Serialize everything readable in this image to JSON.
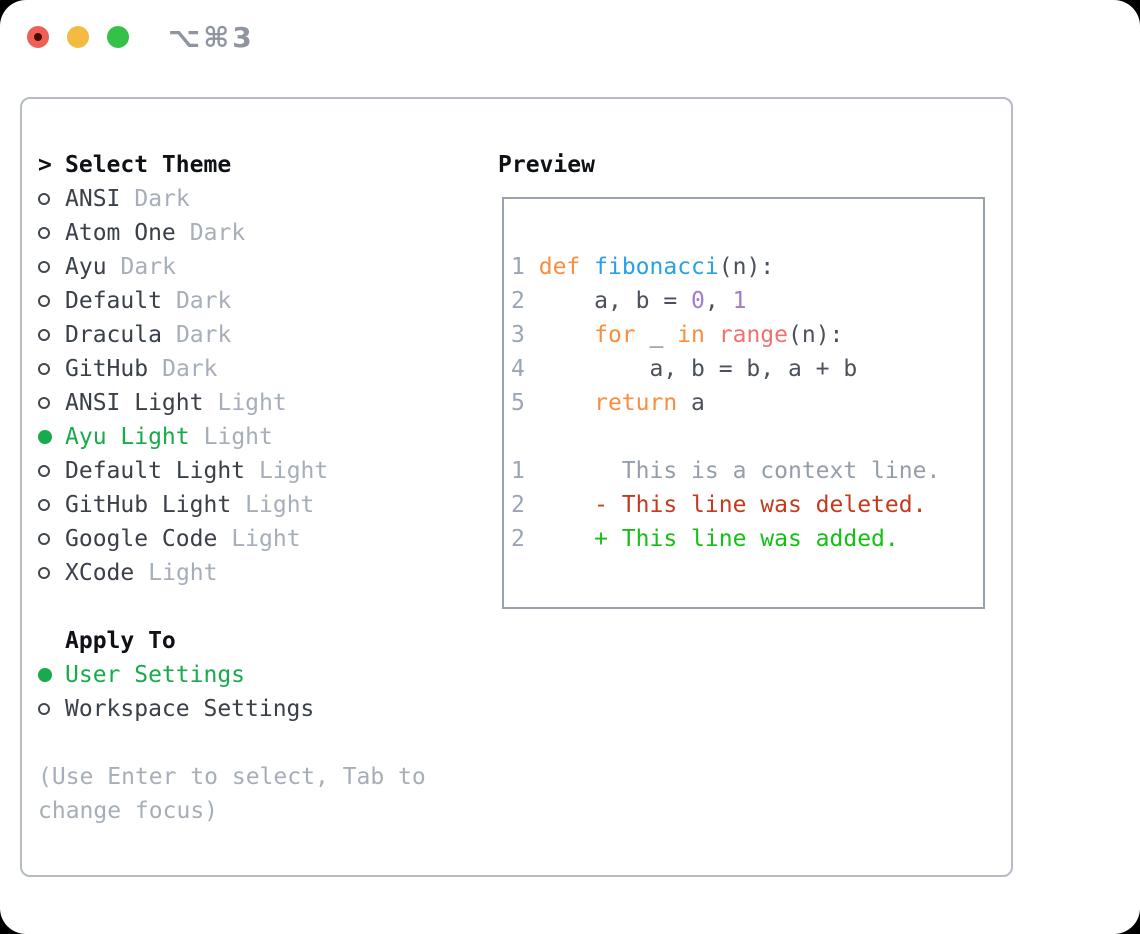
{
  "window": {
    "title": "⌥⌘3",
    "buttons": {
      "close": "close",
      "minimize": "minimize",
      "zoom": "zoom"
    }
  },
  "theme_picker": {
    "prompt": ">",
    "header": "Select Theme",
    "themes": [
      {
        "name": "ANSI",
        "badge": "Dark",
        "selected": false
      },
      {
        "name": "Atom One",
        "badge": "Dark",
        "selected": false
      },
      {
        "name": "Ayu",
        "badge": "Dark",
        "selected": false
      },
      {
        "name": "Default",
        "badge": "Dark",
        "selected": false
      },
      {
        "name": "Dracula",
        "badge": "Dark",
        "selected": false
      },
      {
        "name": "GitHub",
        "badge": "Dark",
        "selected": false
      },
      {
        "name": "ANSI Light",
        "badge": "Light",
        "selected": false
      },
      {
        "name": "Ayu Light",
        "badge": "Light",
        "selected": true
      },
      {
        "name": "Default Light",
        "badge": "Light",
        "selected": false
      },
      {
        "name": "GitHub Light",
        "badge": "Light",
        "selected": false
      },
      {
        "name": "Google Code",
        "badge": "Light",
        "selected": false
      },
      {
        "name": "XCode",
        "badge": "Light",
        "selected": false
      }
    ],
    "apply_to": {
      "header": "Apply To",
      "options": [
        {
          "name": "User Settings",
          "selected": true
        },
        {
          "name": "Workspace Settings",
          "selected": false
        }
      ]
    },
    "hint": "(Use Enter to select, Tab to change focus)"
  },
  "preview": {
    "header": "Preview",
    "lines": [
      {
        "num": "1",
        "tokens": [
          [
            "def",
            "keyword"
          ],
          [
            " ",
            "default"
          ],
          [
            "fibonacci",
            "function"
          ],
          [
            "(n):",
            "default"
          ]
        ]
      },
      {
        "num": "2",
        "tokens": [
          [
            "    a, b = ",
            "default"
          ],
          [
            "0",
            "number"
          ],
          [
            ", ",
            "default"
          ],
          [
            "1",
            "number"
          ]
        ]
      },
      {
        "num": "3",
        "tokens": [
          [
            "    ",
            "default"
          ],
          [
            "for",
            "keyword"
          ],
          [
            " _ ",
            "default"
          ],
          [
            "in",
            "keyword"
          ],
          [
            " ",
            "default"
          ],
          [
            "range",
            "builtin"
          ],
          [
            "(n):",
            "default"
          ]
        ]
      },
      {
        "num": "4",
        "tokens": [
          [
            "        a, b = b, a + b",
            "default"
          ]
        ]
      },
      {
        "num": "5",
        "tokens": [
          [
            "    ",
            "default"
          ],
          [
            "return",
            "keyword"
          ],
          [
            " a",
            "default"
          ]
        ]
      },
      {
        "num": "",
        "tokens": []
      },
      {
        "num": "1",
        "tokens": [
          [
            "      This is a context line.",
            "context"
          ]
        ]
      },
      {
        "num": "2",
        "tokens": [
          [
            "    - This line was deleted.",
            "deleted"
          ]
        ]
      },
      {
        "num": "2",
        "tokens": [
          [
            "    + This line was added.",
            "added"
          ]
        ]
      }
    ]
  },
  "colors": {
    "ui": {
      "selection_green": "#17ab4b",
      "text_black": "#0e1116",
      "text_dark": "#3a4049",
      "muted_gray": "#a6aeba",
      "line_number_gray": "#9ba5b4",
      "panel_border": "#b6bcc6",
      "preview_border": "#9aa2ad",
      "traffic_red": "#ee5f55",
      "traffic_yellow": "#f4bb40",
      "traffic_green": "#35c148",
      "title_gray": "#8e959f"
    },
    "syntax": {
      "default": "#4b515c",
      "keyword": "#fa8d3e",
      "function": "#2aa0e8",
      "number": "#a37acc",
      "builtin": "#f07171",
      "context": "#959daa",
      "deleted": "#c43a1c",
      "added": "#12c113"
    }
  }
}
